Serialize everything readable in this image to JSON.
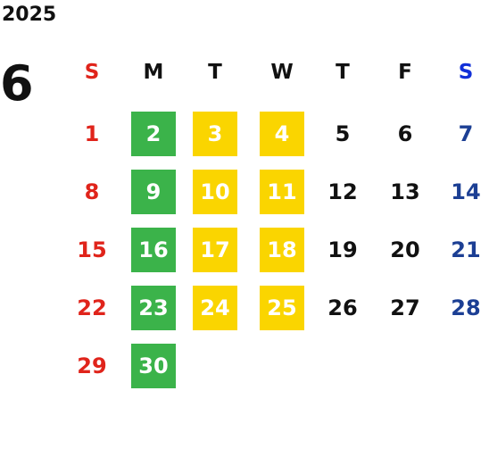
{
  "calendar": {
    "year": "2025",
    "month": "6",
    "weekdays": [
      "S",
      "M",
      "T",
      "W",
      "T",
      "F",
      "S"
    ],
    "weeks": [
      [
        "1",
        "2",
        "3",
        "4",
        "5",
        "6",
        "7"
      ],
      [
        "8",
        "9",
        "10",
        "11",
        "12",
        "13",
        "14"
      ],
      [
        "15",
        "16",
        "17",
        "18",
        "19",
        "20",
        "21"
      ],
      [
        "22",
        "23",
        "24",
        "25",
        "26",
        "27",
        "28"
      ],
      [
        "29",
        "30",
        "",
        "",
        "",
        "",
        ""
      ]
    ],
    "highlights": {
      "green_days": [
        "2",
        "9",
        "16",
        "23",
        "30"
      ],
      "yellow_days": [
        "3",
        "4",
        "10",
        "11",
        "17",
        "18",
        "24",
        "25"
      ]
    }
  },
  "colors": {
    "sunday": "#e0241b",
    "saturday_header": "#1230d8",
    "saturday": "#1c3f94",
    "weekday": "#111111",
    "green_highlight": "#3bb34a",
    "yellow_highlight": "#fad500"
  }
}
